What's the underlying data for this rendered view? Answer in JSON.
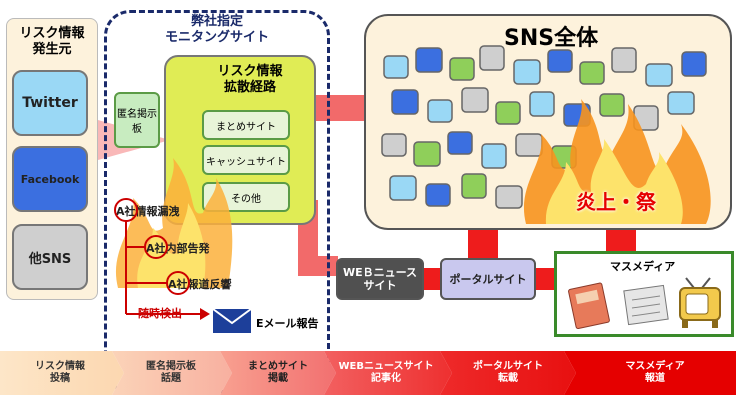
{
  "source": {
    "title": "リスク情報\n発生元",
    "items": [
      "Twitter",
      "Facebook",
      "他SNS"
    ]
  },
  "monitoring": {
    "title": "弊社指定\nモニタングサイト",
    "bbs": "匿名掲示板",
    "spread_title": "リスク情報\n拡散経路",
    "spread_items": [
      "まとめサイト",
      "キャッシュサイト",
      "その他"
    ]
  },
  "sns": {
    "title": "SNS全体",
    "fire_label": "炎上・祭"
  },
  "leaks": [
    "A社情報漏洩",
    "A社内部告発",
    "A社報道反響"
  ],
  "detect_label": "随時検出",
  "email_label": "Eメール報告",
  "web_news": "WEＢニュース\nサイト",
  "portal": "ポータルサイト",
  "mass_media": "マスメディア",
  "timeline": [
    "リスク情報\n投稿",
    "匿名掲示板\n話題",
    "まとめサイト\n掲載",
    "WEBニュースサイト\n記事化",
    "ポータルサイト\n転載",
    "マスメディア\n報道"
  ]
}
